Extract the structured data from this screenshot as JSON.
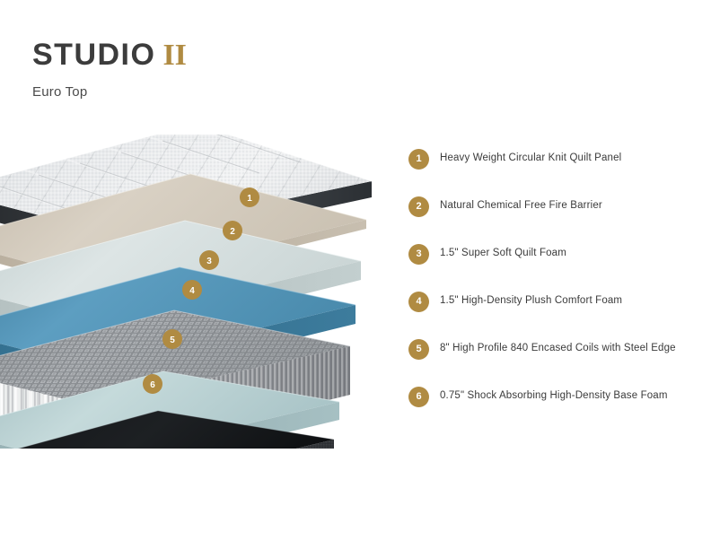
{
  "header": {
    "brand_name": "STUDIO",
    "brand_numeral": "II",
    "subtitle": "Euro Top"
  },
  "colors": {
    "accent_gold": "#b08b42",
    "text_dark": "#3a3a3a",
    "background": "#ffffff",
    "layer_quilt_top": "#e4e6e8",
    "layer_quilt_edge": "#3b3f44",
    "layer_fire_barrier": "#cfc4b4",
    "layer_quilt_foam": "#c8d4d4",
    "layer_comfort_foam": "#4f91b5",
    "layer_coils": "#8d9094",
    "layer_coils_white": "#f2f3f4",
    "layer_base_teal": "#b4cdd0",
    "layer_base_foam": "#3b3d40"
  },
  "legend": {
    "items": [
      {
        "number": "1",
        "label": "Heavy Weight Circular Knit Quilt Panel"
      },
      {
        "number": "2",
        "label": "Natural Chemical Free Fire Barrier"
      },
      {
        "number": "3",
        "label": "1.5\" Super Soft Quilt Foam"
      },
      {
        "number": "4",
        "label": "1.5\" High-Density Plush Comfort Foam"
      },
      {
        "number": "5",
        "label": "8\" High Profile 840 Encased Coils with Steel Edge"
      },
      {
        "number": "6",
        "label": "0.75\" Shock Absorbing High-Density Base Foam"
      }
    ]
  },
  "diagram": {
    "markers": [
      {
        "number": "1",
        "layer": "quilt-panel"
      },
      {
        "number": "2",
        "layer": "fire-barrier"
      },
      {
        "number": "3",
        "layer": "super-soft-quilt-foam"
      },
      {
        "number": "4",
        "layer": "plush-comfort-foam"
      },
      {
        "number": "5",
        "layer": "encased-coils"
      },
      {
        "number": "6",
        "layer": "base-foam"
      }
    ]
  }
}
